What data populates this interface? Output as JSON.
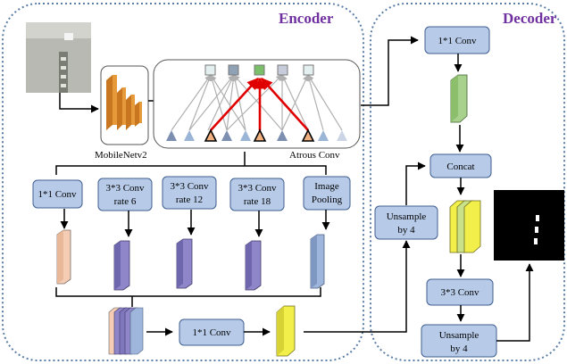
{
  "sections": {
    "encoder": "Encoder",
    "decoder": "Decoder"
  },
  "encoder": {
    "backbone_label": "MobileNetv2",
    "atrous_label": "Atrous Conv",
    "branches": [
      {
        "line1": "1*1 Conv",
        "line2": ""
      },
      {
        "line1": "3*3 Conv",
        "line2": "rate 6"
      },
      {
        "line1": "3*3 Conv",
        "line2": "rate 12"
      },
      {
        "line1": "3*3 Conv",
        "line2": "rate 18"
      },
      {
        "line1": "Image",
        "line2": "Pooling"
      }
    ],
    "fuse_conv": "1*1 Conv"
  },
  "decoder": {
    "low_level_conv": "1*1 Conv",
    "concat": "Concat",
    "upsample_a_line1": "Unsample",
    "upsample_a_line2": "by 4",
    "conv33": "3*3 Conv",
    "upsample_b_line1": "Unsample",
    "upsample_b_line2": "by 4"
  },
  "colors": {
    "section_title": "#7030a0",
    "box_fill": "#b7cbe9",
    "backbone": "#e79a3a",
    "branch_feature_1": "#f4cdb4",
    "branch_feature_purple": "#8f86c9",
    "pooling_feature": "#9fb6dc",
    "low_level_feature": "#a9d18e",
    "fused_feature": "#f2ef4a",
    "arrow_highlight": "#e00000"
  },
  "icons": {
    "input_image": "input-photo-icon",
    "output_mask": "segmentation-mask-icon"
  }
}
